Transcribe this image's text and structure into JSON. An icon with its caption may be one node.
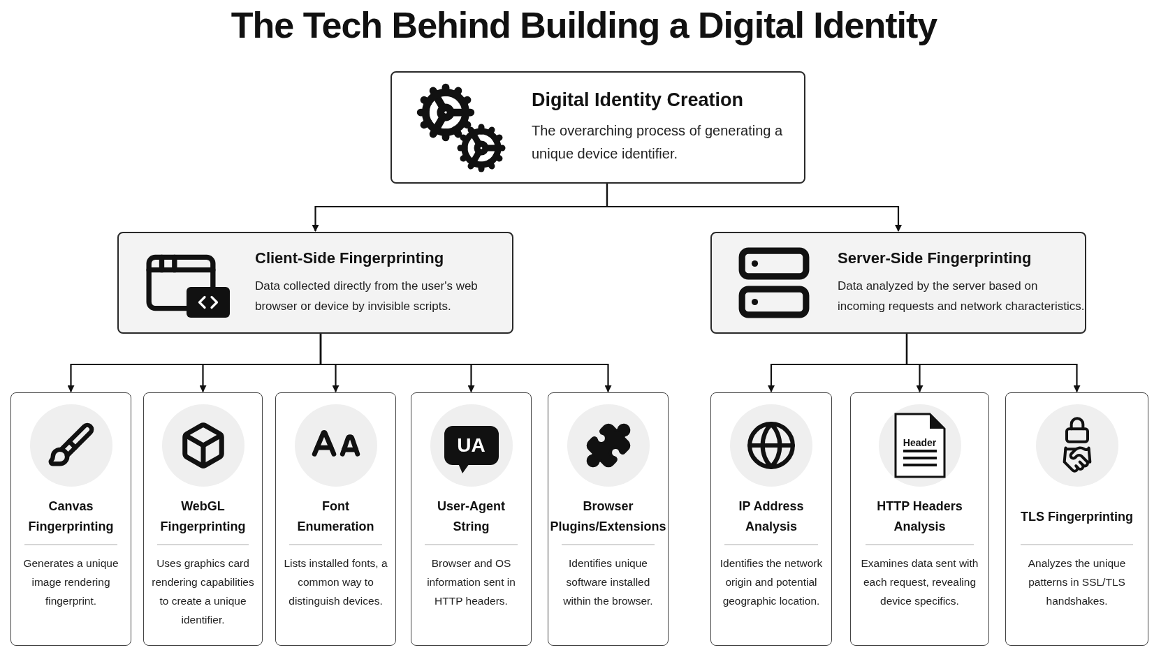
{
  "diagram": {
    "title": "The Tech Behind Building a Digital Identity",
    "nodes": [
      {
        "text": [
          "Digital Identity Creation",
          "The overarching process of generating a unique device identifier."
        ]
      },
      {
        "text": [
          "Client-Side Fingerprinting",
          "Data collected directly from the user's web browser or device by invisible scripts."
        ]
      },
      {
        "text": [
          "Server-Side Fingerprinting",
          "Data analyzed by the server based on incoming requests and network characteristics."
        ]
      },
      {
        "text": [
          "Canvas Fingerprinting",
          "Generates a unique image rendering fingerprint."
        ]
      },
      {
        "text": [
          "WebGL Fingerprinting",
          "Uses graphics card rendering capabilities to create a unique identifier."
        ]
      },
      {
        "text": [
          "Font Enumeration",
          "Lists installed fonts, a common way to distinguish devices."
        ]
      },
      {
        "text": [
          "User-Agent String",
          "Browser and OS information sent in HTTP headers."
        ]
      },
      {
        "text": [
          "Browser Plugins/Extensions",
          "Identifies unique software installed within the browser."
        ]
      },
      {
        "text": [
          "IP Address Analysis",
          "Identifies the network origin and potential geographic location."
        ]
      },
      {
        "text": [
          "HTTP Headers Analysis",
          "Examines data sent with each request, revealing device specifics."
        ]
      },
      {
        "text": [
          "TLS Fingerprinting",
          "Analyzes the unique patterns in SSL/TLS handshakes."
        ]
      }
    ],
    "edges": [
      {
        "from": 0,
        "to": 1,
        "arrow": "to"
      },
      {
        "from": 0,
        "to": 2,
        "arrow": "to"
      },
      {
        "from": 1,
        "to": 3,
        "arrow": "to"
      },
      {
        "from": 1,
        "to": 4,
        "arrow": "to"
      },
      {
        "from": 1,
        "to": 5,
        "arrow": "to"
      },
      {
        "from": 1,
        "to": 6,
        "arrow": "to"
      },
      {
        "from": 1,
        "to": 7,
        "arrow": "to"
      },
      {
        "from": 2,
        "to": 8,
        "arrow": "to"
      },
      {
        "from": 2,
        "to": 9,
        "arrow": "to"
      },
      {
        "from": 2,
        "to": 10,
        "arrow": "to"
      }
    ],
    "labels": [
      "UA",
      "Header"
    ]
  }
}
